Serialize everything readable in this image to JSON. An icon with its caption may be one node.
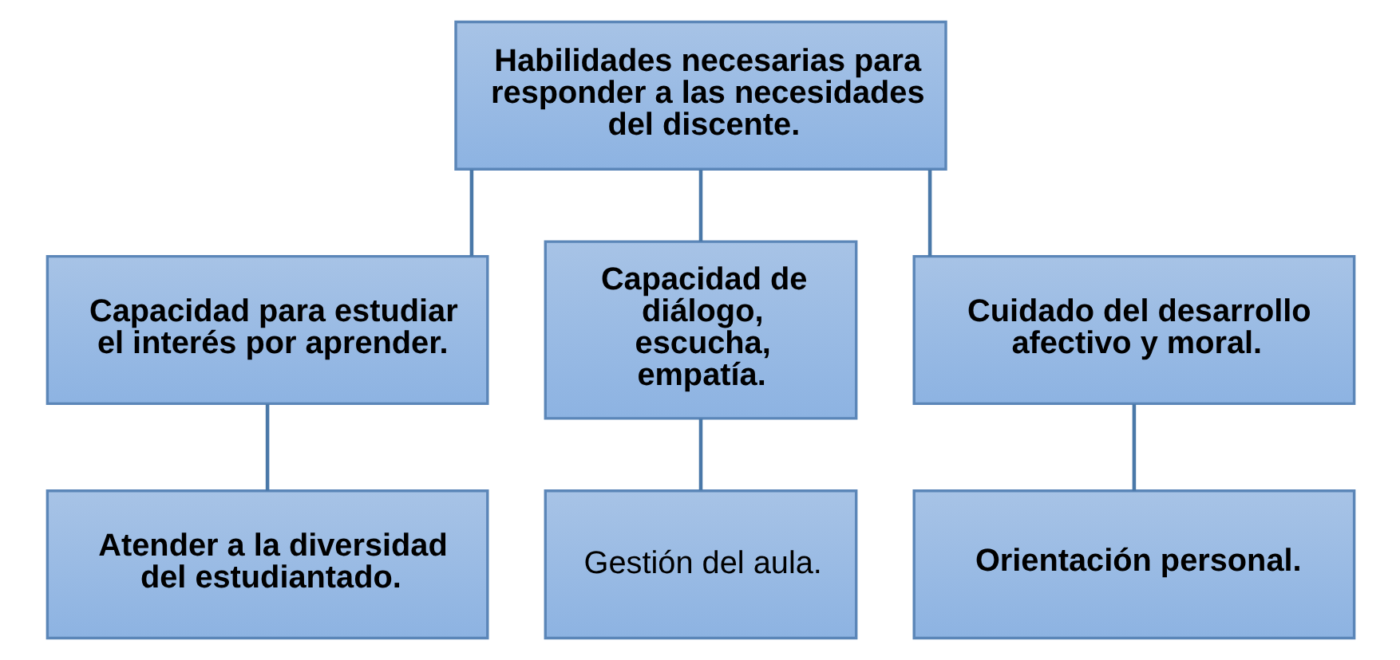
{
  "diagram": {
    "nodes": [
      {
        "text": [
          "Habilidades necesarias para responder a las necesidades del discente."
        ]
      },
      {
        "text": [
          "Capacidad para estudiar el interés por aprender."
        ]
      },
      {
        "text": [
          "Capacidad de diálogo, escucha, empatía."
        ]
      },
      {
        "text": [
          "Cuidado del desarrollo afectivo y moral."
        ]
      },
      {
        "text": [
          "Atender a la diversidad del estudiantado."
        ]
      },
      {
        "text": [
          "Gestión del aula."
        ]
      },
      {
        "text": [
          "Orientación personal."
        ]
      }
    ],
    "edges": [
      {
        "from": 0,
        "to": 1,
        "arrow": "none"
      },
      {
        "from": 0,
        "to": 2,
        "arrow": "none"
      },
      {
        "from": 0,
        "to": 3,
        "arrow": "none"
      },
      {
        "from": 1,
        "to": 4,
        "arrow": "none"
      },
      {
        "from": 2,
        "to": 5,
        "arrow": "none"
      },
      {
        "from": 3,
        "to": 6,
        "arrow": "none"
      }
    ]
  }
}
